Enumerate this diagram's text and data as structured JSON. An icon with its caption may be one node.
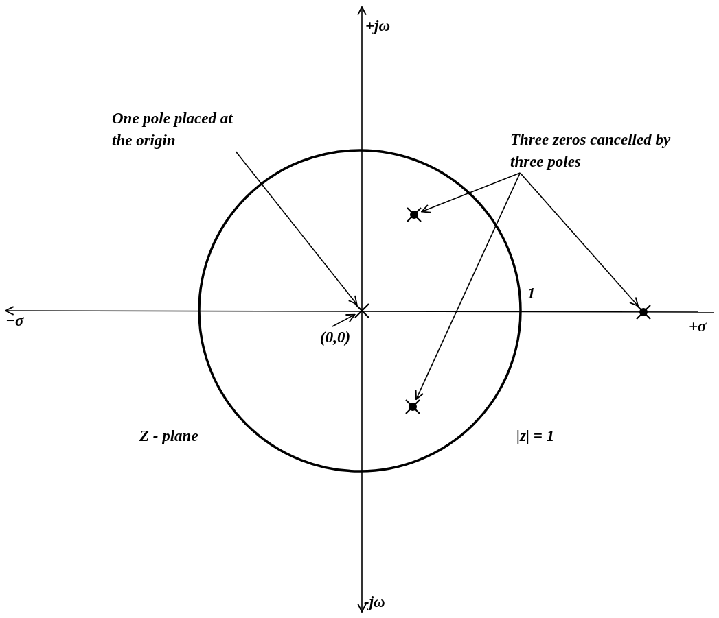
{
  "diagram": {
    "nodes": [
      {
        "text": [
          "One pole placed at the origin"
        ]
      },
      {
        "text": [
          "Three zeros cancelled by three poles"
        ]
      },
      {
        "text": [],
        "shape": "cross"
      },
      {
        "text": [],
        "shape": "cross"
      },
      {
        "text": [],
        "shape": "cross"
      },
      {
        "text": [
          "(0,0)"
        ]
      },
      {
        "text": [],
        "shape": "cross"
      }
    ],
    "edges": [
      {
        "from": 0,
        "to": 3,
        "arrow": "to"
      },
      {
        "from": 1,
        "to": 2,
        "arrow": "to"
      },
      {
        "from": 1,
        "to": 4,
        "arrow": "to"
      },
      {
        "from": 1,
        "to": 6,
        "arrow": "to"
      },
      {
        "from": 5,
        "to": 3,
        "arrow": "to"
      }
    ],
    "labels": [
      "+jω",
      "−σ",
      "+σ",
      "1",
      "|z| = 1",
      "Z - plane",
      "-jω"
    ]
  }
}
